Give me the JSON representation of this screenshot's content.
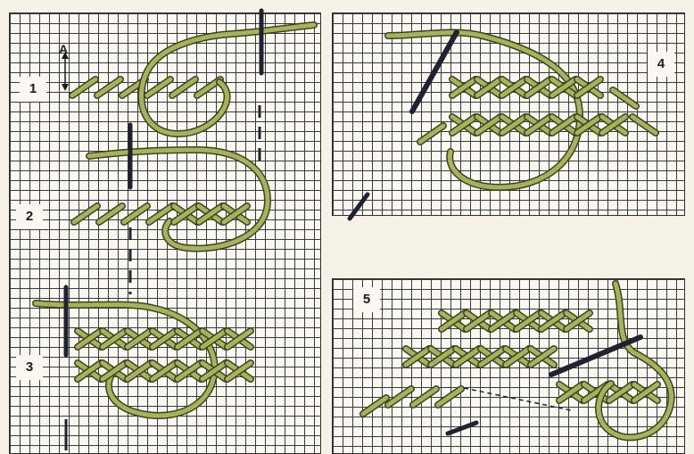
{
  "steps": {
    "step1": "1",
    "step2": "2",
    "step3": "3",
    "step4": "4",
    "step5": "5"
  },
  "direction_marker": "A",
  "colors": {
    "thread": "#a8b25a",
    "thread_dark": "#3d4221",
    "needle": "#1f2230",
    "grid": "#3a3a3a",
    "paper": "#fbf8f1"
  }
}
